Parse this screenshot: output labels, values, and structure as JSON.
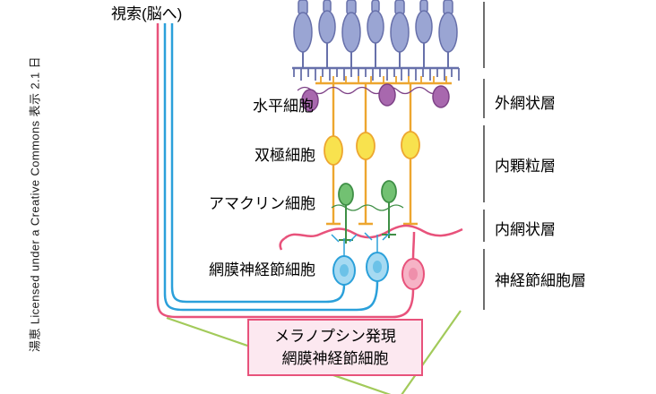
{
  "attribution": {
    "text": "湯恵 Licensed under a Creative Commons 表示 2.1 日"
  },
  "labels": {
    "optic_tract": "視索(脳へ)",
    "horizontal_cell": "水平細胞",
    "bipolar_cell": "双極細胞",
    "amacrine_cell": "アマクリン細胞",
    "ganglion_cell": "網膜神経節細胞"
  },
  "layers": [
    {
      "label": "外網状層"
    },
    {
      "label": "内顆粒層"
    },
    {
      "label": "内網状層"
    },
    {
      "label": "神経節細胞層"
    }
  ],
  "callout": {
    "line1": "メラノプシン発現",
    "line2": "網膜神経節細胞"
  },
  "colors": {
    "photoreceptor_fill": "#9aa5d3",
    "photoreceptor_stroke": "#6770aa",
    "horizontal_cell_fill": "#a868ae",
    "horizontal_cell_stroke": "#7d4186",
    "bipolar_fill": "#f8e24e",
    "bipolar_stroke": "#eda62f",
    "amacrine_fill": "#72c172",
    "amacrine_stroke": "#3f8f46",
    "ganglion_fill": "#a6daf2",
    "ganglion_stroke": "#2ba0da",
    "melanopsin_pink": "#e8527b",
    "melanopsin_cell_fill": "#f6b3c6",
    "magnifier_green": "#a2ca5a",
    "bracket_gray": "#4a4a4a",
    "callout_bg": "#fce8f0"
  }
}
